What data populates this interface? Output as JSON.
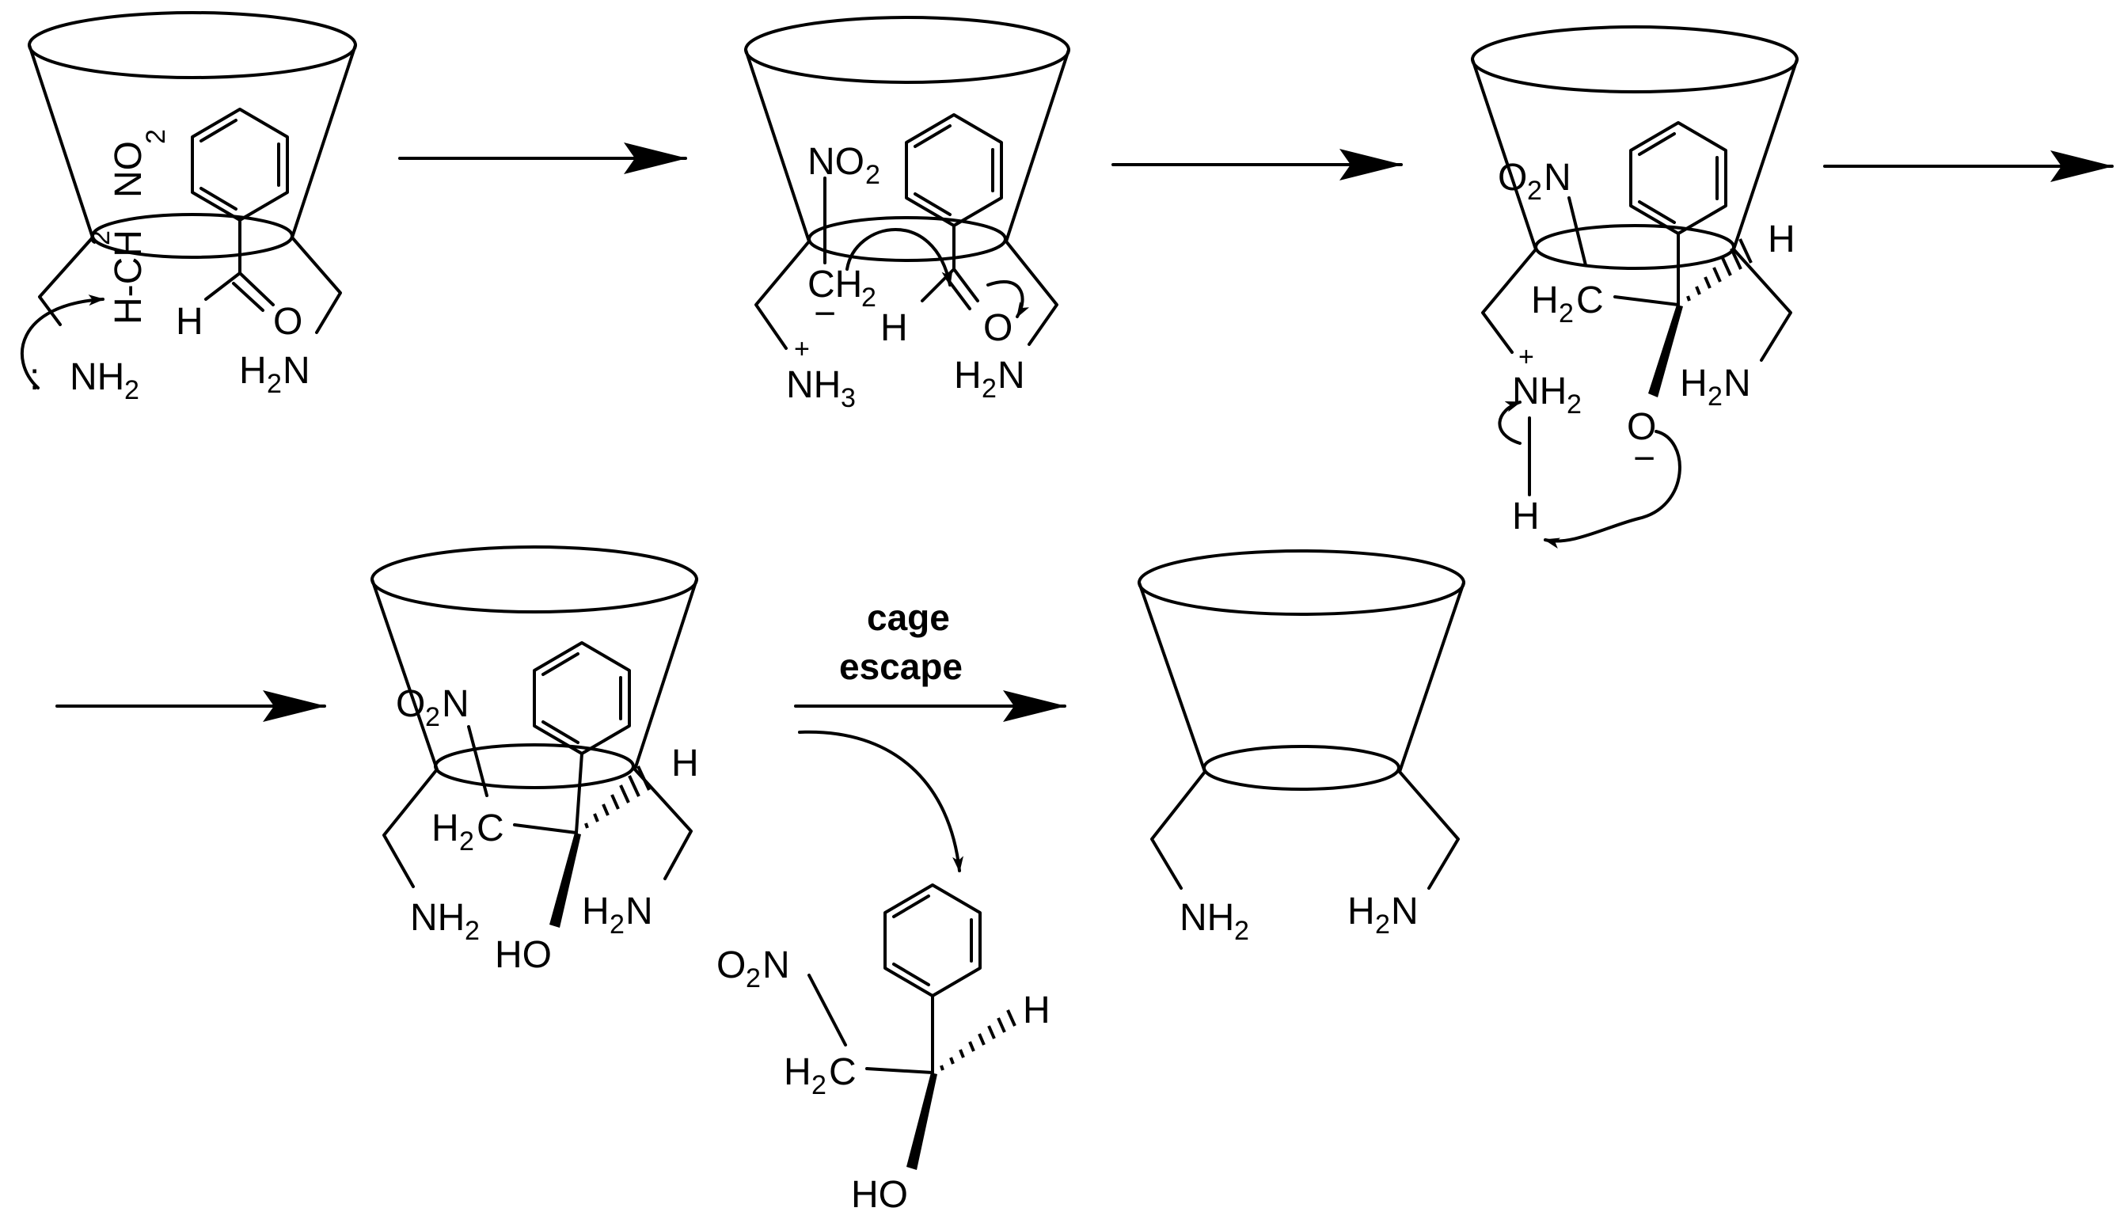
{
  "labels": {
    "cage_escape_line1": "cage",
    "cage_escape_line2": "escape",
    "h": "H",
    "o": "O",
    "ho": "HO",
    "nh2_prefix": "NH",
    "nh3_prefix": "NH",
    "h2n_prefix": "H",
    "h2n_suffix": "N",
    "h2c_prefix": "H",
    "h2c_suffix": "C",
    "ch2_prefix": "CH",
    "no2_prefix": "NO",
    "o2n_prefix": "O",
    "o2n_suffix": "N",
    "h_ch_text": "H-CH",
    "rot_no": "NO",
    "two": "2",
    "three": "3",
    "plus": "+",
    "minus": "−",
    "colon": ":"
  },
  "colors": {
    "ink": "#000000",
    "background": "#ffffff"
  }
}
